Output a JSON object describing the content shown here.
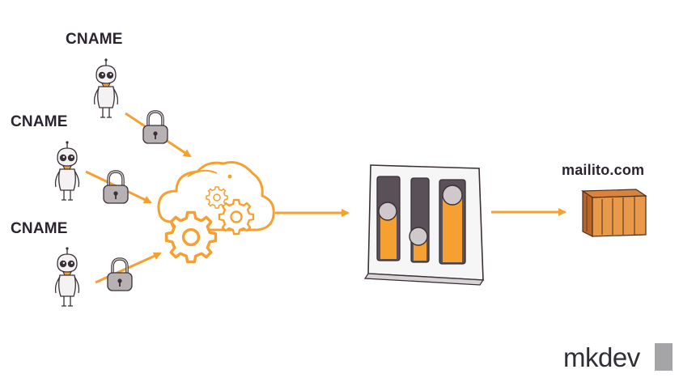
{
  "sources": [
    {
      "label": "CNAME"
    },
    {
      "label": "CNAME"
    },
    {
      "label": "CNAME"
    }
  ],
  "destination": {
    "label": "mailito.com"
  },
  "brand": {
    "name": "mkdev"
  },
  "colors": {
    "accent": "#f5a030",
    "outline": "#3a3038",
    "lock": "#b8b1b4",
    "panel": "#e9e5e7",
    "text": "#2b2330"
  },
  "icons": [
    "robot-icon",
    "padlock-icon",
    "cloud-gears-icon",
    "control-panel-icon",
    "container-icon"
  ]
}
